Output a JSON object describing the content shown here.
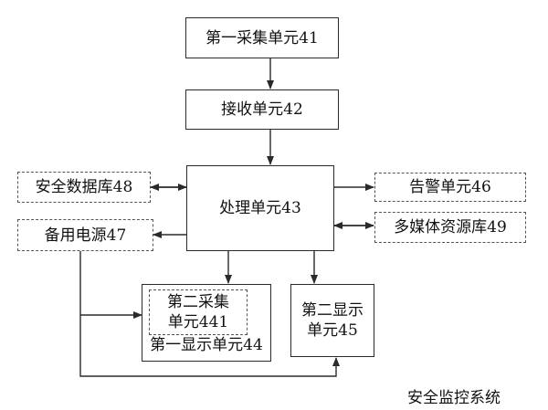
{
  "diagram": {
    "caption": "安全监控系统",
    "units": {
      "collect1": "第一采集单元41",
      "receive": "接收单元42",
      "process": "处理单元43",
      "safety_db": "安全数据库48",
      "alarm": "告警单元46",
      "backup_power": "备用电源47",
      "media_db": "多媒体资源库49",
      "collect2_line1": "第二采集",
      "collect2_line2": "单元441",
      "display1": "第一显示单元44",
      "display2_line1": "第二显示",
      "display2_line2": "单元45"
    },
    "colors": {
      "line": "#2a2a2a",
      "dashed_border": "#555555"
    }
  }
}
